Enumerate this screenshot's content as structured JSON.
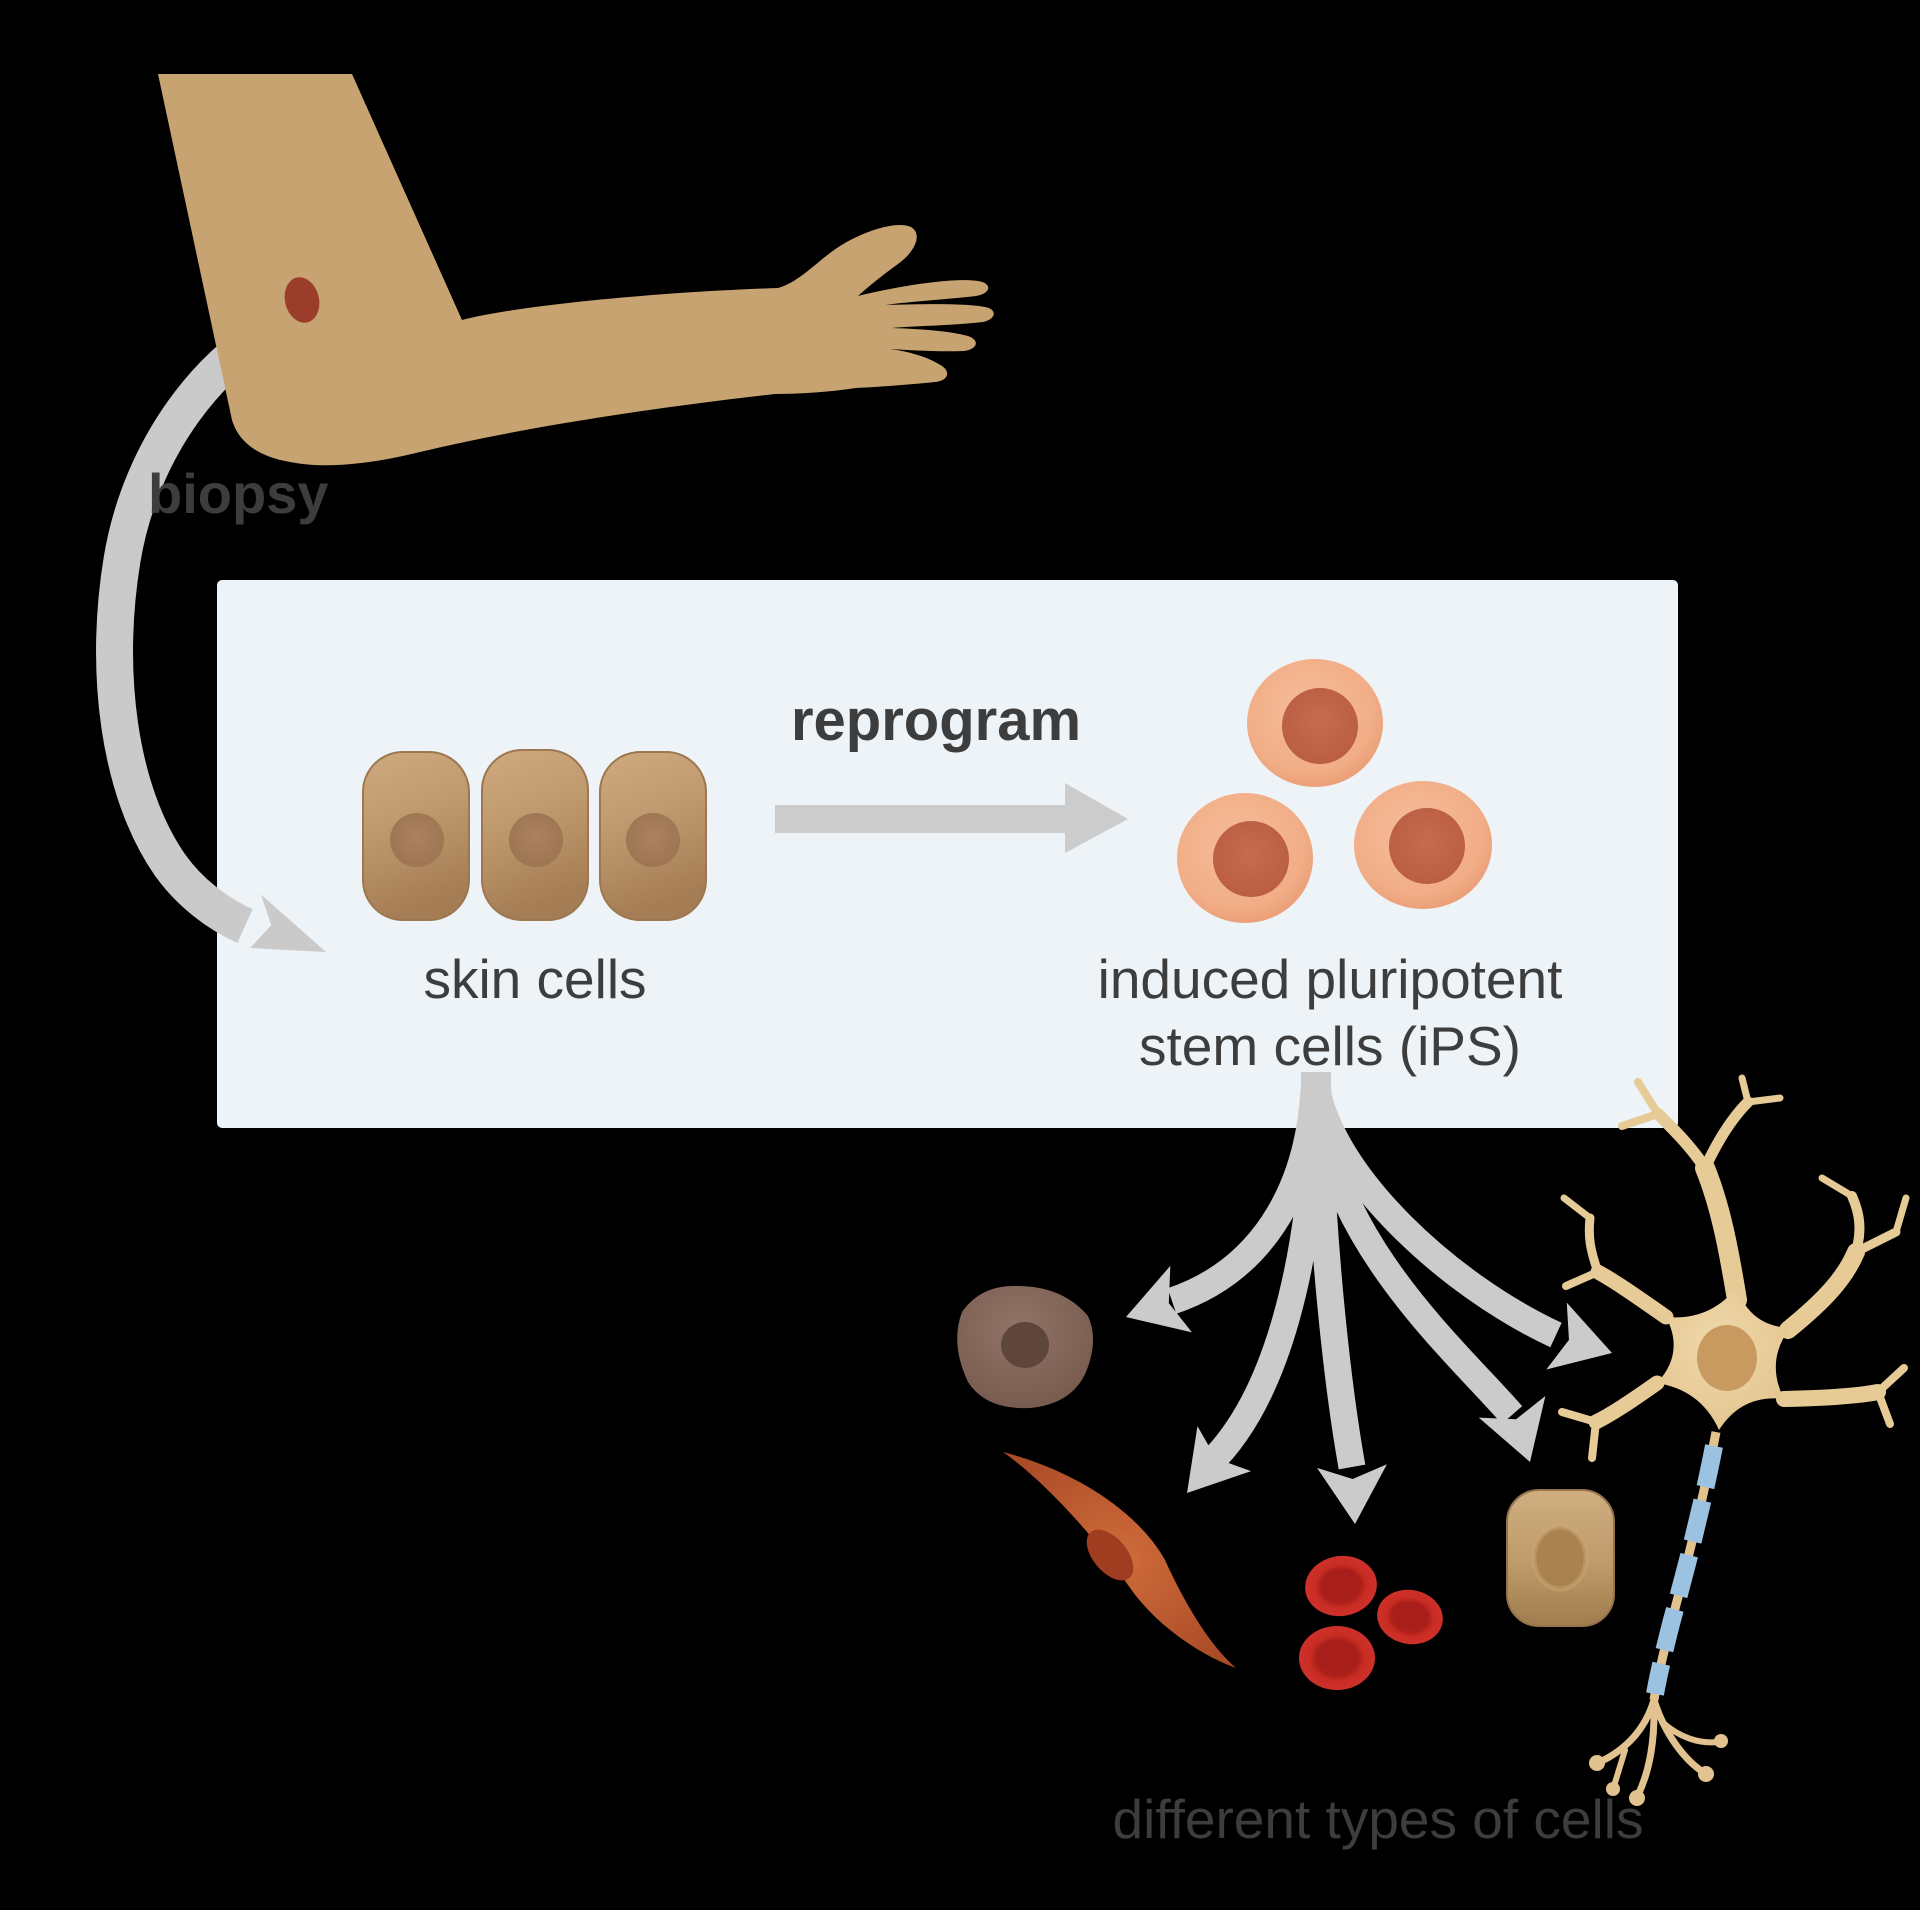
{
  "labels": {
    "biopsy": "biopsy",
    "reprogram": "reprogram",
    "skin_cells": "skin cells",
    "ips_line1": "induced pluripotent",
    "ips_line2": "stem cells (iPS)",
    "different_types": "different types of cells"
  },
  "entities": {
    "source": "arm with biopsy spot",
    "panel_cells_left": "skin cells (3)",
    "panel_cells_right": "induced pluripotent stem cells (3)",
    "derived_cells": [
      "pigment cell",
      "muscle cell",
      "red blood cells (3)",
      "epithelial cell",
      "neuron"
    ]
  },
  "colors": {
    "background": "#000000",
    "panel": "#edf3f7",
    "arrow_gray": "#cacaca",
    "text": "#3d3d3d",
    "skin_tone": "#c7a372",
    "biopsy_spot": "#9a3e2b",
    "skin_cell_body": "#c09a6f",
    "skin_cell_nucleus": "#a57c59",
    "ips_body": "#f2b18d",
    "ips_nucleus": "#c2664a",
    "pigment_cell": "#85685c",
    "muscle_cell": "#c45f31",
    "red_blood_cell": "#ce312a",
    "epithelial_cell": "#c29c6c",
    "neuron_body": "#ead0a0",
    "myelin": "#9cc2e2"
  }
}
